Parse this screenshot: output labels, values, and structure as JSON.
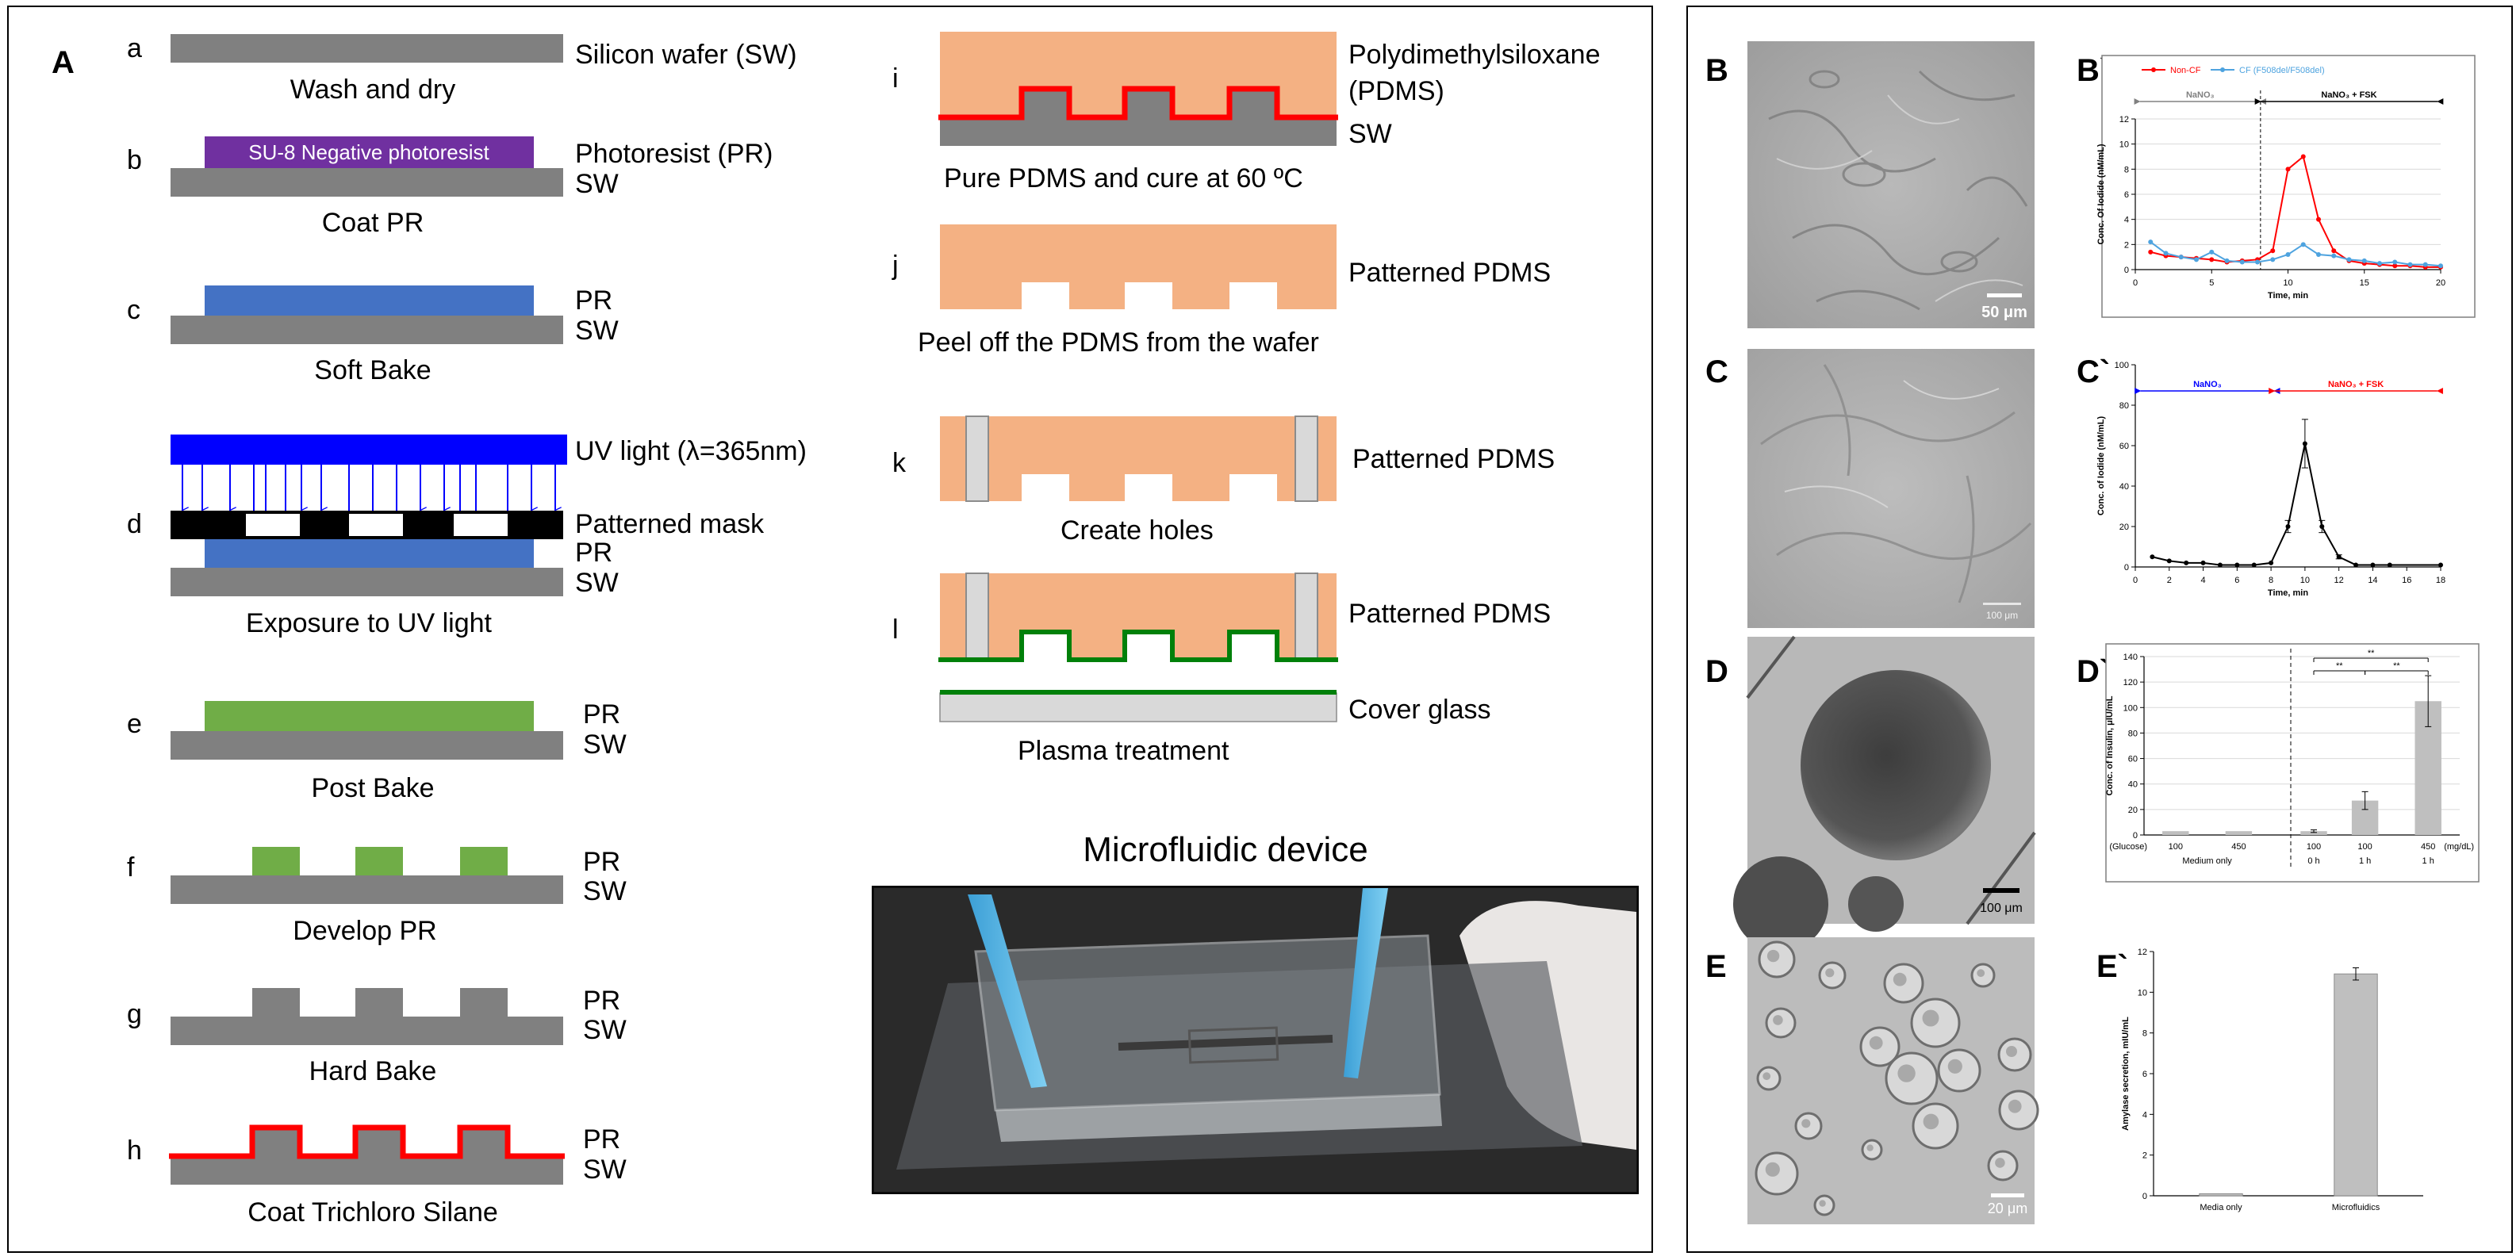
{
  "panel_A": {
    "label": "A",
    "steps": [
      {
        "letter": "a",
        "caption": "Wash and dry",
        "labels": [
          "Silicon wafer (SW)"
        ]
      },
      {
        "letter": "b",
        "caption": "Coat PR",
        "labels": [
          "Photoresist (PR)",
          "SW"
        ],
        "inner_text": "SU-8 Negative photoresist"
      },
      {
        "letter": "c",
        "caption": "Soft Bake",
        "labels": [
          "PR",
          "SW"
        ]
      },
      {
        "letter": "d",
        "caption": "Exposure to UV light",
        "labels": [
          "UV light (λ=365nm)",
          "Patterned mask",
          "PR",
          "SW"
        ]
      },
      {
        "letter": "e",
        "caption": "Post Bake",
        "labels": [
          "PR",
          "SW"
        ]
      },
      {
        "letter": "f",
        "caption": "Develop PR",
        "labels": [
          "PR",
          "SW"
        ]
      },
      {
        "letter": "g",
        "caption": "Hard Bake",
        "labels": [
          "PR",
          "SW"
        ]
      },
      {
        "letter": "h",
        "caption": "Coat Trichloro Silane",
        "labels": [
          "PR",
          "SW"
        ]
      },
      {
        "letter": "i",
        "caption": "Pure PDMS and cure at 60 ºC",
        "labels": [
          "Polydimethylsiloxane",
          "(PDMS)",
          "SW"
        ]
      },
      {
        "letter": "j",
        "caption": "Peel off the PDMS from the wafer",
        "labels": [
          "Patterned PDMS"
        ]
      },
      {
        "letter": "k",
        "caption": "Create holes",
        "labels": [
          "Patterned PDMS"
        ]
      },
      {
        "letter": "l",
        "caption": "Plasma treatment",
        "labels": [
          "Patterned PDMS",
          "Cover glass"
        ]
      }
    ],
    "device_title": "Microfluidic device"
  },
  "colors": {
    "wafer": "#808080",
    "su8": "#7030a0",
    "pr_blue": "#4472c4",
    "uv": "#0000ff",
    "pr_green": "#70ad47",
    "silane": "#ff0000",
    "pdms": "#f4b183",
    "glass": "#d9d9d9",
    "pdms_seal": "#00800a"
  },
  "panel_B": {
    "label": "B",
    "scale": "50 μm"
  },
  "panel_C": {
    "label": "C",
    "scale": "100 μm"
  },
  "panel_D": {
    "label": "D",
    "scale": "100 μm"
  },
  "panel_E": {
    "label": "E",
    "scale": "20 μm"
  },
  "chart_data": [
    {
      "panel": "B`",
      "type": "line",
      "title": "",
      "xlabel": "Time, min",
      "ylabel": "Conc. Of Iodide (nM/mL)",
      "xlim": [
        0,
        20
      ],
      "ylim": [
        0,
        12
      ],
      "xticks": [
        0,
        5,
        10,
        15,
        20
      ],
      "yticks": [
        0,
        2,
        4,
        6,
        8,
        10,
        12
      ],
      "legend_position": "top",
      "phases": [
        {
          "label": "NaNO₃",
          "from": 0.3,
          "to": 8.2,
          "color": "#808080"
        },
        {
          "label": "NaNO₃ + FSK",
          "from": 8.2,
          "to": 19.8,
          "color": "#000000"
        }
      ],
      "series": [
        {
          "name": "Non-CF",
          "color": "#ff0000",
          "x": [
            1,
            2,
            3,
            4,
            5,
            6,
            7,
            8,
            9,
            10,
            11,
            12,
            13,
            14,
            15,
            16,
            17,
            18,
            19,
            20
          ],
          "y": [
            1.4,
            1.1,
            1.0,
            0.9,
            0.8,
            0.6,
            0.7,
            0.8,
            1.5,
            8.0,
            9.0,
            4.0,
            1.5,
            0.7,
            0.5,
            0.4,
            0.3,
            0.3,
            0.2,
            0.2
          ]
        },
        {
          "name": "CF (F508del/F508del)",
          "color": "#4ea3df",
          "x": [
            1,
            2,
            3,
            4,
            5,
            6,
            7,
            8,
            9,
            10,
            11,
            12,
            13,
            14,
            15,
            16,
            17,
            18,
            19,
            20
          ],
          "y": [
            2.2,
            1.3,
            1.0,
            0.8,
            1.4,
            0.7,
            0.6,
            0.6,
            0.8,
            1.2,
            2.0,
            1.2,
            1.1,
            0.8,
            0.7,
            0.5,
            0.6,
            0.4,
            0.4,
            0.3
          ]
        }
      ]
    },
    {
      "panel": "C`",
      "type": "line",
      "title": "",
      "xlabel": "Time, min",
      "ylabel": "Conc. of Iodide (nM/mL)",
      "xlim": [
        0,
        18
      ],
      "ylim": [
        0,
        100
      ],
      "xticks": [
        0,
        2,
        4,
        6,
        8,
        10,
        12,
        14,
        16,
        18
      ],
      "yticks": [
        0,
        20,
        40,
        60,
        80,
        100
      ],
      "phases": [
        {
          "label": "NaNO₃",
          "from": 0.3,
          "to": 8.2,
          "color": "#0000ff"
        },
        {
          "label": "NaNO₃ + FSK",
          "from": 8.2,
          "to": 17.8,
          "color": "#ff0000"
        }
      ],
      "series": [
        {
          "name": "",
          "color": "#000000",
          "x": [
            1,
            2,
            3,
            4,
            5,
            6,
            7,
            8,
            9,
            10,
            11,
            12,
            13,
            14,
            15,
            18
          ],
          "y": [
            5,
            3,
            2,
            2,
            1,
            1,
            1,
            2,
            20,
            61,
            20,
            5,
            1,
            1,
            1,
            1
          ],
          "err": [
            0,
            0,
            0,
            0,
            0,
            0,
            0,
            0,
            3,
            12,
            3,
            1,
            0,
            0,
            0,
            0
          ]
        }
      ]
    },
    {
      "panel": "D`",
      "type": "bar",
      "title": "",
      "ylabel": "Conc. of Insulin, μIU/mL",
      "ylim": [
        0,
        140
      ],
      "yticks": [
        0,
        20,
        40,
        60,
        80,
        100,
        120,
        140
      ],
      "categories": [
        "100",
        "450",
        "100",
        "100",
        "450"
      ],
      "category_prefix": "(Glucose)",
      "category_suffix": "(mg/dL)",
      "groups": [
        {
          "label": "Medium only",
          "span": [
            0,
            1
          ]
        },
        {
          "label": "0 h",
          "span": [
            2,
            2
          ]
        },
        {
          "label": "1 h",
          "span": [
            3,
            3
          ]
        },
        {
          "label": "1 h",
          "span": [
            4,
            4
          ]
        }
      ],
      "values": [
        3,
        3,
        3,
        27,
        105
      ],
      "err": [
        0,
        0,
        1,
        7,
        20
      ],
      "significance": [
        {
          "from": 2,
          "to": 4,
          "label": "**"
        },
        {
          "from": 2,
          "to": 3,
          "label": "**"
        },
        {
          "from": 3,
          "to": 4,
          "label": "**"
        }
      ]
    },
    {
      "panel": "E`",
      "type": "bar",
      "title": "",
      "ylabel": "Amylase secretion, mIU/mL",
      "ylim": [
        0,
        12
      ],
      "yticks": [
        0,
        2,
        4,
        6,
        8,
        10,
        12
      ],
      "categories": [
        "Media only",
        "Microfluidics"
      ],
      "values": [
        0.1,
        10.9
      ],
      "err": [
        0,
        0.3
      ]
    }
  ]
}
